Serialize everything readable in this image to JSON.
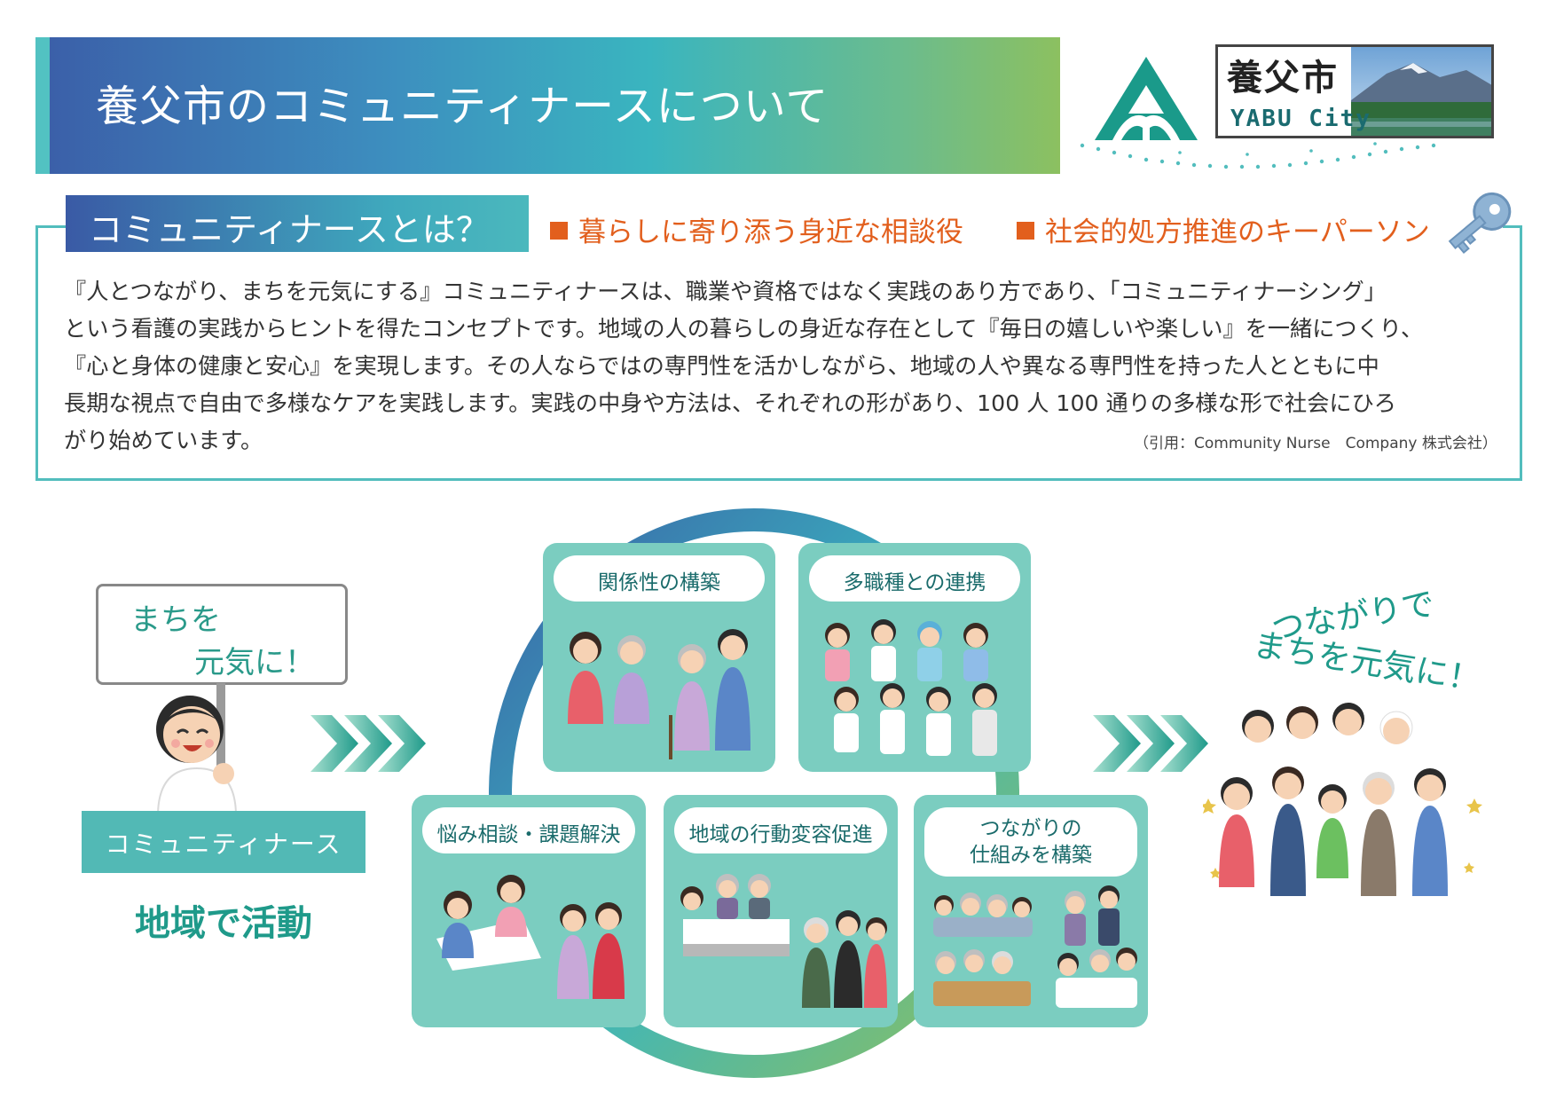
{
  "header": {
    "title": "養父市のコミュニティナースについて"
  },
  "logo": {
    "name": "養父市",
    "city": "YABU City"
  },
  "definition": {
    "label": "コミュニティナースとは？",
    "tags": [
      "暮らしに寄り添う身近な相談役",
      "社会的処方推進のキーパーソン"
    ],
    "lines": [
      "『人とつながり、まちを元気にする』コミュニティナースは、職業や資格ではなく実践のあり方であり、「コミュニティナーシング」",
      "という看護の実践からヒントを得たコンセプトです。地域の人の暮らしの身近な存在として『毎日の嬉しいや楽しい』を一緒につくり、",
      "『心と身体の健康と安心』を実現します。その人ならではの専門性を活かしながら、地域の人や異なる専門性を持った人とともに中",
      "長期な視点で自由で多様なケアを実践します。実践の中身や方法は、それぞれの形があり、100 人 100 通りの多様な形で社会にひろ",
      "がり始めています。"
    ],
    "citation": "（引用：Community Nurse　Company 株式会社）"
  },
  "left": {
    "sign_line1": "まちを",
    "sign_line2": "元気に！",
    "role": "コミュニティナース",
    "activity": "地域で活動"
  },
  "cards": {
    "relationship": "関係性の構築",
    "multidisciplinary": "多職種との連携",
    "consultation": "悩み相談・課題解決",
    "behavior": "地域の行動変容促進",
    "connection_line1": "つながりの",
    "connection_line2": "仕組みを構築"
  },
  "right": {
    "line1": "つながりで",
    "line2": "まちを元気に！"
  },
  "colors": {
    "teal": "#52bdbd",
    "card": "#7bcdc0",
    "orange": "#e25f1d",
    "green_text": "#1f9a8a"
  }
}
